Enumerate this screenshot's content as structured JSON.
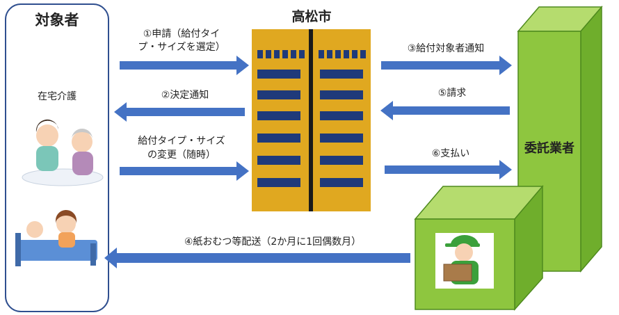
{
  "target_panel": {
    "title": "対象者",
    "home_care_label": "在宅介護"
  },
  "city": {
    "title": "高松市"
  },
  "contractor": {
    "title": "委託業者"
  },
  "steps": {
    "apply_line1": "①申請（給付タイ",
    "apply_line2": "プ・サイズを選定）",
    "decision": "②決定通知",
    "change_line1": "給付タイプ・サイズ",
    "change_line2": "の変更（随時）",
    "notify_contractor": "③給付対象者通知",
    "delivery": "④紙おむつ等配送（2か月に1回偶数月）",
    "billing": "⑤請求",
    "payment": "⑥支払い"
  },
  "colors": {
    "arrow": "#4472c4",
    "building": "#e0a820",
    "window": "#1f3a7a",
    "box_front": "#8ec63f",
    "box_top": "#b5dc6e",
    "box_side": "#6fae2c",
    "panel_border": "#2f4f8f"
  }
}
